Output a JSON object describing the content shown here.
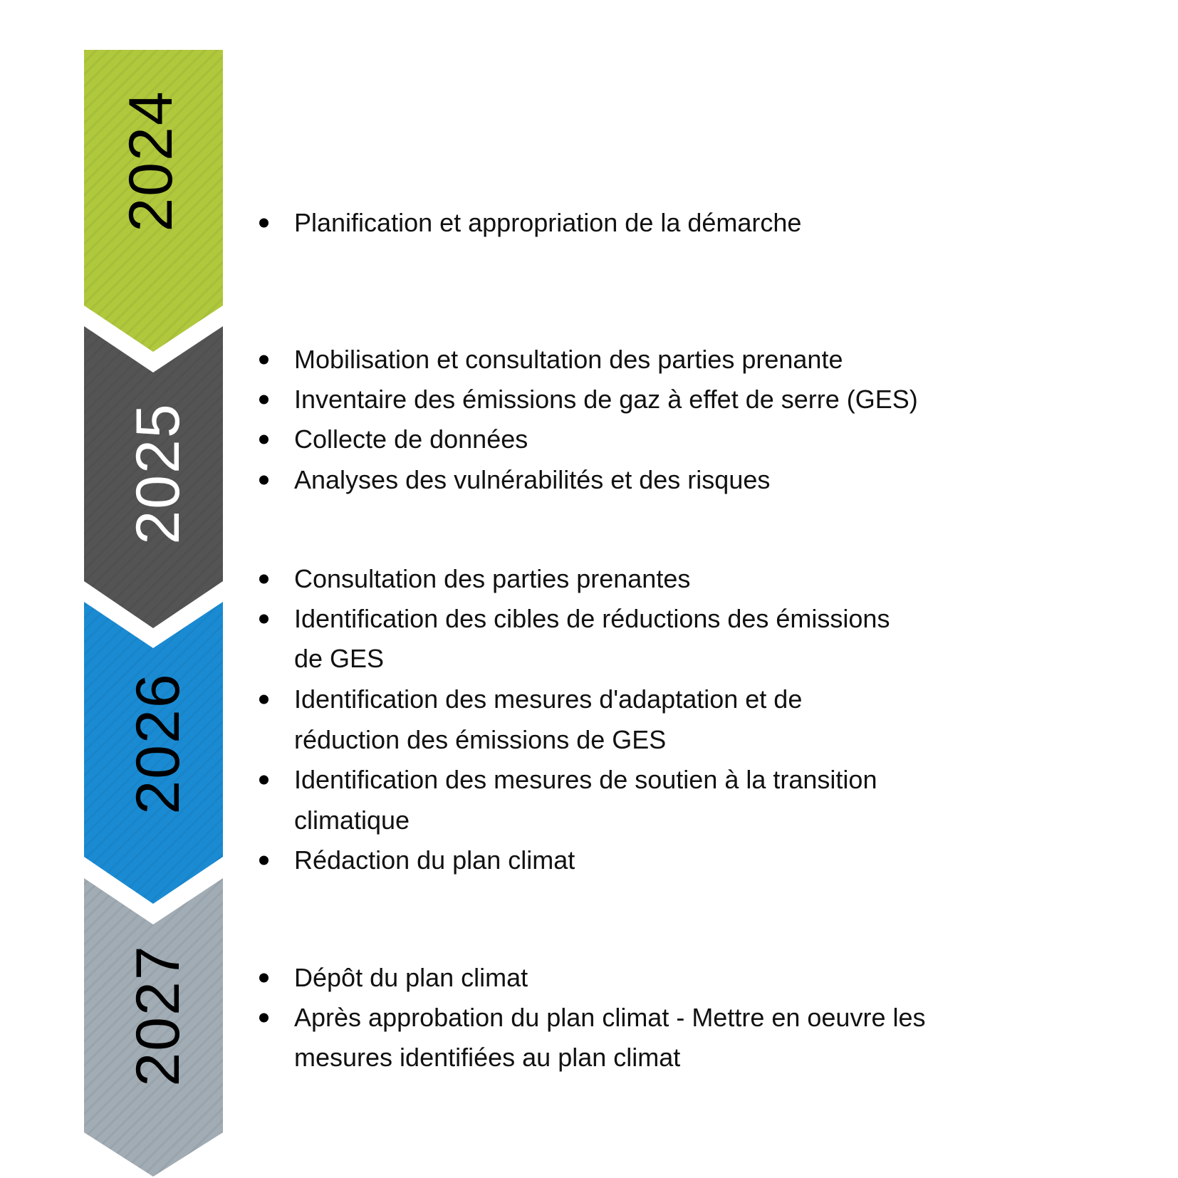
{
  "colors": {
    "2024": "#afc83c",
    "2025": "#545454",
    "2026": "#1a8bd3",
    "2027": "#a1acb4"
  },
  "phases": [
    {
      "year": "2024",
      "items": [
        [
          "Planification et appropriation de la démarche"
        ]
      ]
    },
    {
      "year": "2025",
      "items": [
        [
          "Mobilisation et consultation des parties prenante"
        ],
        [
          "Inventaire des émissions de gaz à effet de serre (GES)"
        ],
        [
          "Collecte de données"
        ],
        [
          "Analyses des vulnérabilités et des risques"
        ]
      ]
    },
    {
      "year": "2026",
      "items": [
        [
          "Consultation des parties prenantes"
        ],
        [
          "Identification des cibles de réductions des émissions",
          "de GES"
        ],
        [
          "Identification des mesures d'adaptation et de",
          "réduction des émissions de GES"
        ],
        [
          "Identification des mesures de soutien à la transition",
          "climatique"
        ],
        [
          "Rédaction du plan climat"
        ]
      ]
    },
    {
      "year": "2027",
      "items": [
        [
          "Dépôt du plan climat"
        ],
        [
          "Après approbation du plan climat - Mettre en oeuvre les",
          "mesures identifiées au plan climat"
        ]
      ]
    }
  ]
}
